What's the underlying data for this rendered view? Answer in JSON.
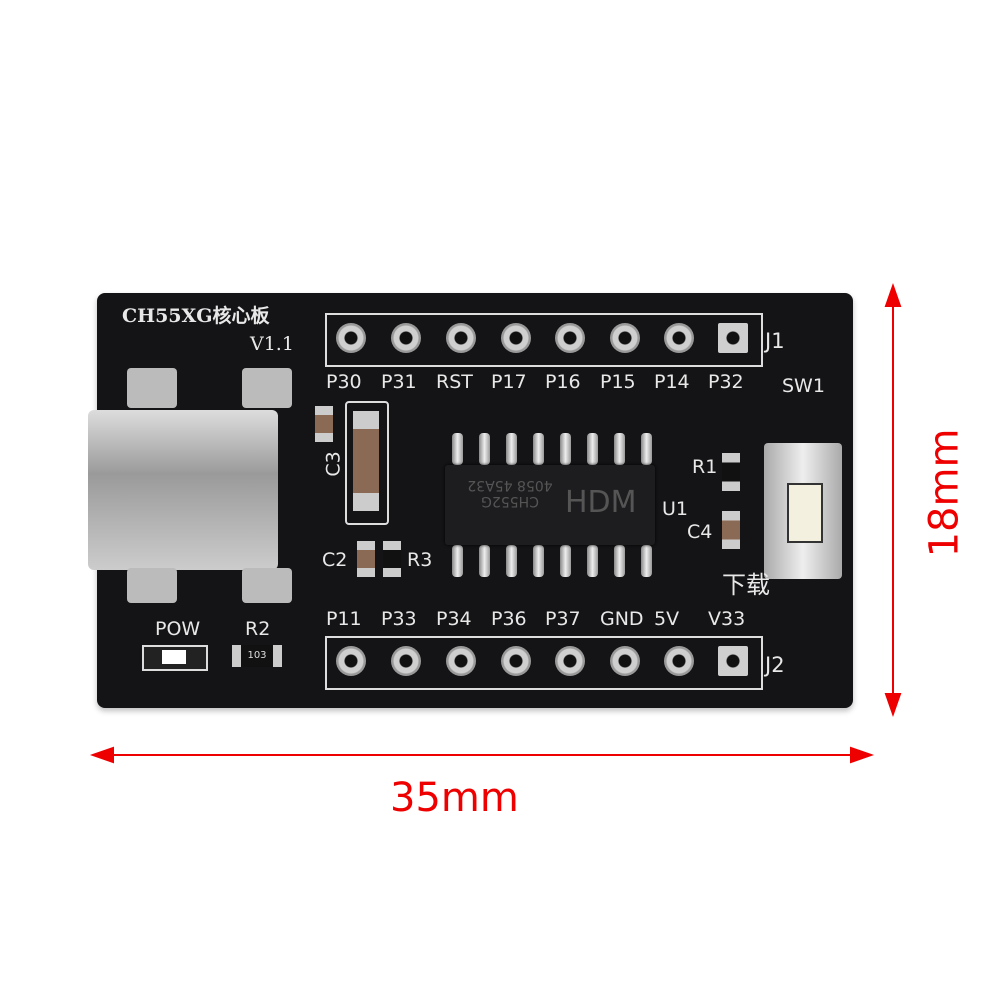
{
  "board": {
    "title": "CH55XG核心板",
    "version": "V1.1",
    "j1_label": "J1",
    "j2_label": "J2",
    "top_pins": [
      "P30",
      "P31",
      "RST",
      "P17",
      "P16",
      "P15",
      "P14",
      "P32"
    ],
    "bottom_pins": [
      "P11",
      "P33",
      "P34",
      "P36",
      "P37",
      "GND",
      "5V",
      "V33"
    ],
    "components": {
      "c3": "C3",
      "c2": "C2",
      "r3": "R3",
      "r1": "R1",
      "c4": "C4",
      "u1": "U1",
      "sw1": "SW1",
      "download": "下载",
      "pow": "POW",
      "r2": "R2"
    },
    "chip": {
      "line1": "4058 45A32",
      "line2": "CH552G",
      "logo": "HDM"
    },
    "resistor_code": "103"
  },
  "dimensions": {
    "height": "18mm",
    "width": "35mm",
    "color": "#e00000"
  }
}
